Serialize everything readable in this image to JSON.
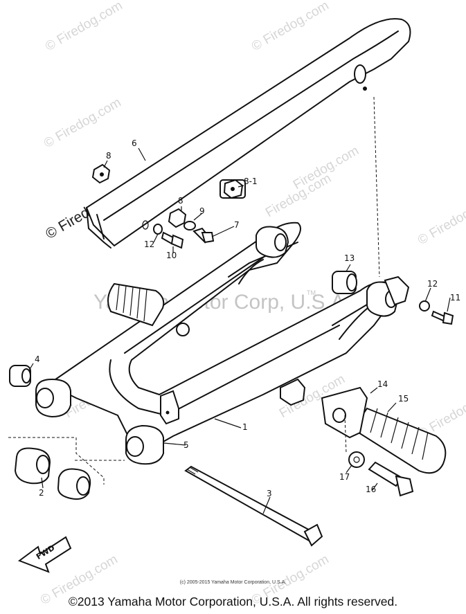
{
  "watermarks": {
    "site_mark": "© Firedog.com",
    "site_mark_plain": "Firedog.com",
    "center_mark": "Yamaha Motor Corp, U.S.A.",
    "tm": "TM"
  },
  "copyright_small": "(c) 2005-2015 Yamaha Motor Corporation, U.S.A.",
  "footer": "©2013 Yamaha Motor Corporation, U.S.A. All rights reserved.",
  "fwd_label": "FWD",
  "callouts": {
    "c1": "1",
    "c2": "2",
    "c3": "3",
    "c4": "4",
    "c5": "5",
    "c6": "6",
    "c7": "7",
    "c8a": "8",
    "c8b": "8",
    "c81": "8-1",
    "c9": "9",
    "c10": "10",
    "c11": "11",
    "c12a": "12",
    "c12b": "12",
    "c13": "13",
    "c14": "14",
    "c15": "15",
    "c16": "16",
    "c17": "17"
  }
}
